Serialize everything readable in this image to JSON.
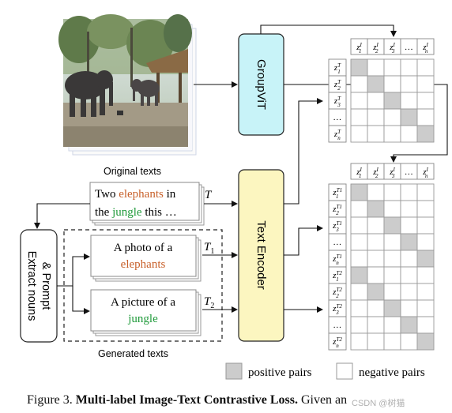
{
  "labels": {
    "original_texts": "Original texts",
    "generated_texts": "Generated texts",
    "extract_line1": "Extract nouns",
    "extract_line2": "& Prompt",
    "groupvit": "GroupViT",
    "text_encoder": "Text Encoder",
    "t_label": "T",
    "t1_label": "T",
    "t1_sub": "1",
    "t2_label": "T",
    "t2_sub": "2"
  },
  "original_text": {
    "line1_a": "Two ",
    "line1_b": "elephants",
    "line1_c": " in",
    "line2_a": "the ",
    "line2_b": "jungle",
    "line2_c": " this …"
  },
  "prompt1": {
    "line1": "A photo of a",
    "line2": "elephants"
  },
  "prompt2": {
    "line1": "A picture of a",
    "line2": "jungle"
  },
  "top_grid": {
    "col_headers": [
      {
        "b": "z",
        "sub": "1",
        "sup": "I"
      },
      {
        "b": "z",
        "sub": "2",
        "sup": "I"
      },
      {
        "b": "z",
        "sub": "3",
        "sup": "I"
      },
      {
        "b": "…",
        "sub": "",
        "sup": ""
      },
      {
        "b": "z",
        "sub": "n",
        "sup": "I"
      }
    ],
    "row_headers": [
      {
        "b": "z",
        "sub": "1",
        "sup": "T"
      },
      {
        "b": "z",
        "sub": "2",
        "sup": "T"
      },
      {
        "b": "z",
        "sub": "3",
        "sup": "T"
      },
      {
        "b": "…",
        "sub": "",
        "sup": ""
      },
      {
        "b": "z",
        "sub": "n",
        "sup": "T"
      }
    ],
    "positives": [
      [
        0,
        0
      ],
      [
        1,
        1
      ],
      [
        2,
        2
      ],
      [
        3,
        3
      ],
      [
        4,
        4
      ]
    ]
  },
  "bottom_grid": {
    "col_headers": [
      {
        "b": "z",
        "sub": "1",
        "sup": "I"
      },
      {
        "b": "z",
        "sub": "2",
        "sup": "I"
      },
      {
        "b": "z",
        "sub": "3",
        "sup": "I"
      },
      {
        "b": "…",
        "sub": "",
        "sup": ""
      },
      {
        "b": "z",
        "sub": "n",
        "sup": "I"
      }
    ],
    "row_headers": [
      {
        "b": "z",
        "sub": "1",
        "sup": "T1"
      },
      {
        "b": "z",
        "sub": "2",
        "sup": "T1"
      },
      {
        "b": "z",
        "sub": "3",
        "sup": "T1"
      },
      {
        "b": "…",
        "sub": "",
        "sup": ""
      },
      {
        "b": "z",
        "sub": "n",
        "sup": "T1"
      },
      {
        "b": "z",
        "sub": "1",
        "sup": "T2"
      },
      {
        "b": "z",
        "sub": "2",
        "sup": "T2"
      },
      {
        "b": "z",
        "sub": "3",
        "sup": "T2"
      },
      {
        "b": "…",
        "sub": "",
        "sup": ""
      },
      {
        "b": "z",
        "sub": "n",
        "sup": "T2"
      }
    ],
    "positives": [
      [
        0,
        0
      ],
      [
        1,
        1
      ],
      [
        2,
        2
      ],
      [
        3,
        3
      ],
      [
        4,
        4
      ],
      [
        5,
        0
      ],
      [
        6,
        1
      ],
      [
        7,
        2
      ],
      [
        8,
        3
      ],
      [
        9,
        4
      ]
    ]
  },
  "legend": {
    "positive": "positive pairs",
    "negative": "negative pairs"
  },
  "caption": {
    "prefix": "Figure 3.  ",
    "bold": "Multi-label Image-Text Contrastive Loss.",
    "suffix": " Given an",
    "watermark": "CSDN @树猫"
  },
  "colors": {
    "groupvit_fill": "#c8f3f8",
    "text_encoder_fill": "#fcf6c0",
    "positive_cell": "#cccccc",
    "elephants_word": "#c8602a",
    "jungle_word": "#1f9a3a"
  }
}
